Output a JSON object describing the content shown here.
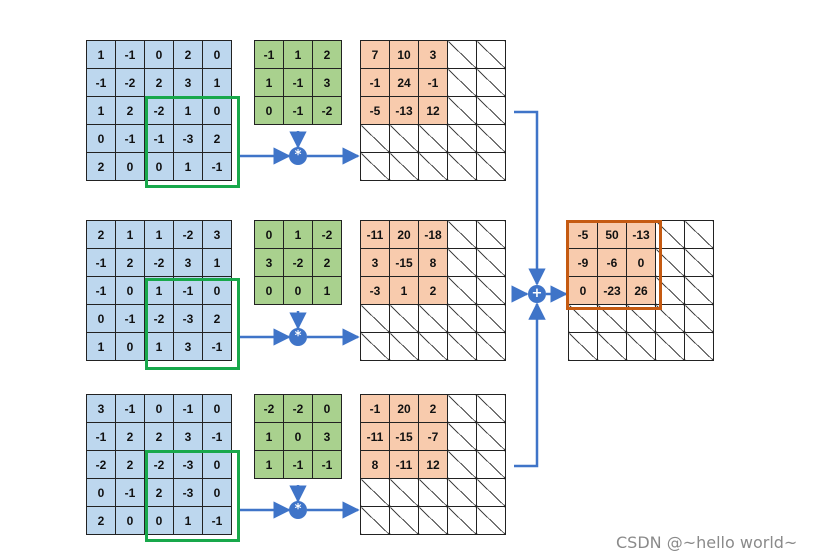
{
  "channels": [
    {
      "input": [
        [
          1,
          -1,
          0,
          2,
          0
        ],
        [
          -1,
          -2,
          2,
          3,
          1
        ],
        [
          1,
          2,
          -2,
          1,
          0
        ],
        [
          0,
          -1,
          -1,
          -3,
          2
        ],
        [
          2,
          0,
          0,
          1,
          -1
        ]
      ],
      "kernel": [
        [
          -1,
          1,
          2
        ],
        [
          1,
          -1,
          3
        ],
        [
          0,
          -1,
          -2
        ]
      ],
      "feature": [
        [
          7,
          10,
          3
        ],
        [
          -1,
          24,
          -1
        ],
        [
          -5,
          -13,
          12
        ]
      ],
      "conv_symbol": "*"
    },
    {
      "input": [
        [
          2,
          1,
          1,
          -2,
          3
        ],
        [
          -1,
          2,
          -2,
          3,
          1
        ],
        [
          -1,
          0,
          1,
          -1,
          0
        ],
        [
          0,
          -1,
          -2,
          -3,
          2
        ],
        [
          1,
          0,
          1,
          3,
          -1
        ]
      ],
      "kernel": [
        [
          0,
          1,
          -2
        ],
        [
          3,
          -2,
          2
        ],
        [
          0,
          0,
          1
        ]
      ],
      "feature": [
        [
          -11,
          20,
          -18
        ],
        [
          3,
          -15,
          8
        ],
        [
          -3,
          1,
          2
        ]
      ],
      "conv_symbol": "*"
    },
    {
      "input": [
        [
          3,
          -1,
          0,
          -1,
          0
        ],
        [
          -1,
          2,
          2,
          3,
          -1
        ],
        [
          -2,
          2,
          -2,
          -3,
          0
        ],
        [
          0,
          -1,
          2,
          -3,
          0
        ],
        [
          2,
          0,
          0,
          1,
          -1
        ]
      ],
      "kernel": [
        [
          -2,
          -2,
          0
        ],
        [
          1,
          0,
          3
        ],
        [
          1,
          -1,
          -1
        ]
      ],
      "feature": [
        [
          -1,
          20,
          2
        ],
        [
          -11,
          -15,
          -7
        ],
        [
          8,
          -11,
          12
        ]
      ],
      "conv_symbol": "*"
    }
  ],
  "sum_symbol": "+",
  "output": [
    [
      -5,
      50,
      -13
    ],
    [
      -9,
      -6,
      0
    ],
    [
      0,
      -23,
      26
    ]
  ],
  "output_size": 5,
  "feature_size": 5,
  "colors": {
    "input_fill": "#bdd7ee",
    "kernel_fill": "#a9d18e",
    "feature_fill": "#f8cbad",
    "window_border": "#18a84b",
    "result_border": "#c55a11",
    "arrow": "#3f74c8"
  },
  "watermark": "CSDN @~hello world~"
}
